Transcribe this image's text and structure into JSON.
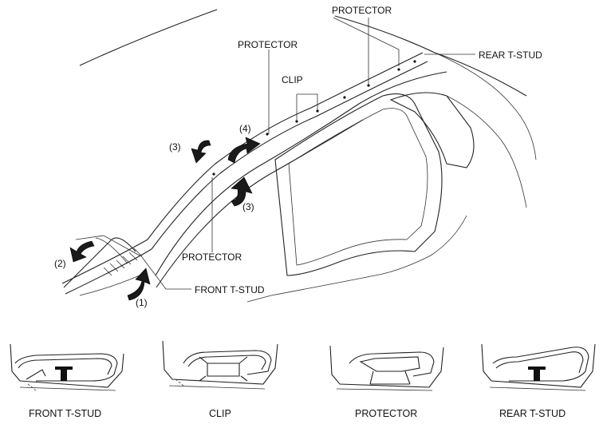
{
  "main_view": {
    "labels": {
      "protector_top": "PROTECTOR",
      "protector_mid": "PROTECTOR",
      "clip": "CLIP",
      "rear_tstud": "REAR T-STUD",
      "protector_low": "PROTECTOR",
      "front_tstud": "FRONT T-STUD"
    },
    "steps": {
      "s1": "(1)",
      "s2": "(2)",
      "s3a": "(3)",
      "s3b": "(3)",
      "s4": "(4)"
    }
  },
  "sections": {
    "front_tstud": "FRONT T-STUD",
    "clip": "CLIP",
    "protector": "PROTECTOR",
    "rear_tstud": "REAR T-STUD"
  }
}
